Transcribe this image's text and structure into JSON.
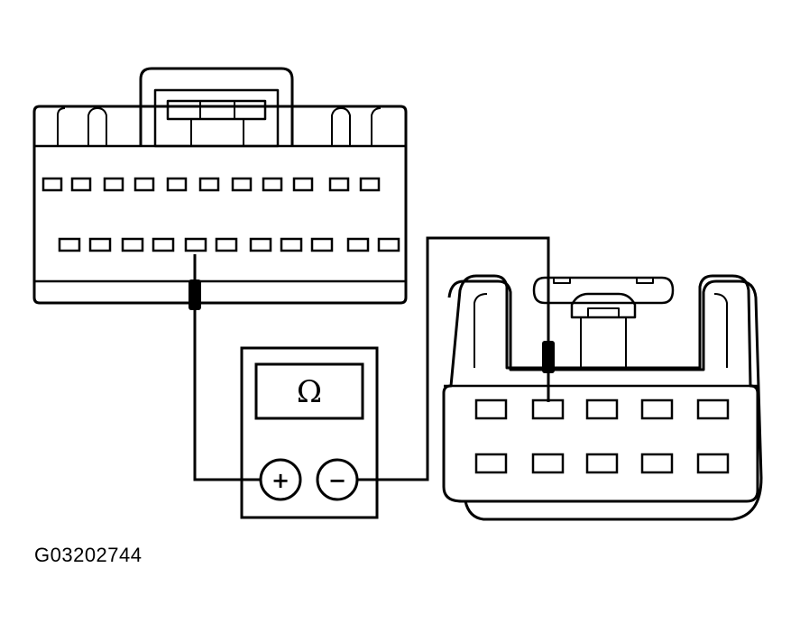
{
  "figure_id": "G03202744",
  "meter": {
    "display_symbol": "Ω",
    "positive_label": "+",
    "negative_label": "−"
  },
  "connector_left": {
    "top_row_pins": 11,
    "bottom_row_pins": 11,
    "probed_pin": 5
  },
  "connector_right": {
    "rows": 2,
    "pins_per_row": 5,
    "probed_pin": 2
  }
}
